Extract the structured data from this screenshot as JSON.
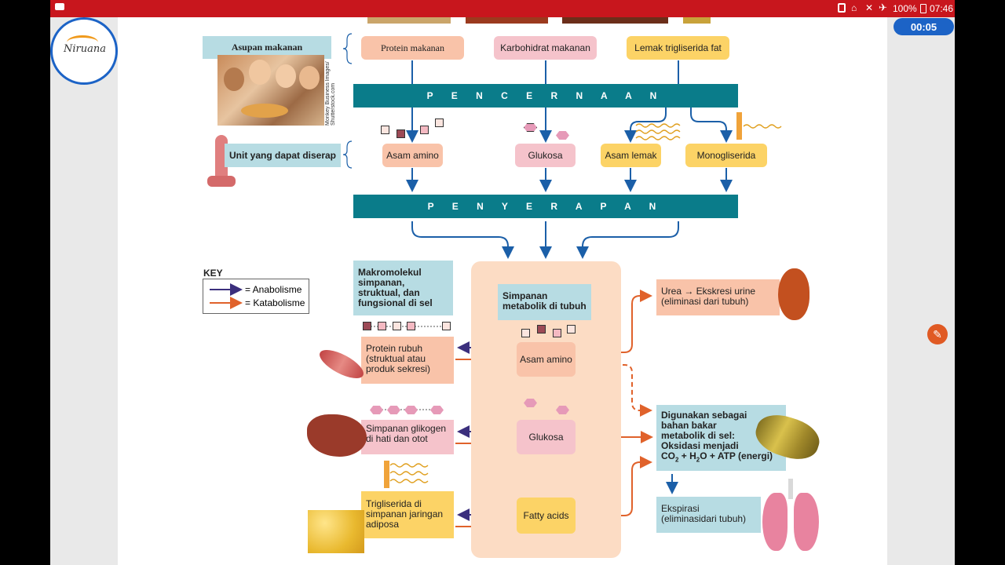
{
  "status_bar": {
    "battery": "100%",
    "time": "07:46"
  },
  "timer": "00:05",
  "logo_text": "Niruana",
  "intake_label": "Asupan makanan",
  "photo_credit": "Monkey Business Images/ Shutterstock.com",
  "absorb_units_label": "Unit yang dapat diserap",
  "foods": {
    "protein": "Protein makanan",
    "carb": "Karbohidrat makanan",
    "fat": "Lemak trigliserida fat"
  },
  "digestion_bar": "P E N C E R N A A N",
  "absorbed": {
    "amino": "Asam amino",
    "glucose": "Glukosa",
    "fatty": "Asam lemak",
    "mono": "Monogliserida"
  },
  "absorption_bar": "P E N Y E R A P A N",
  "key": {
    "title": "KEY",
    "anabolism": "= Anabolisme",
    "catabolism": "= Katabolisme"
  },
  "macro_header": "Makromolekul simpanan, struktual, dan fungsional di sel",
  "store_header": "Simpanan metabolik di tubuh",
  "stores": {
    "amino": "Asam amino",
    "glucose": "Glukosa",
    "fatty": "Fatty acids"
  },
  "macros": {
    "protein": "Protein rubuh (struktual atau produk sekresi)",
    "glycogen": "Simpanan glikogen di hati dan otot",
    "tg": "Trigliserida di simpanan jaringan adiposa"
  },
  "urea": {
    "line1": "Urea → Ekskresi urine",
    "line2": "(eliminasi dari tubuh)"
  },
  "fuel": {
    "line1": "Digunakan sebagai",
    "line2": "bahan bakar",
    "line3": "metabolik di sel:",
    "line4": "Oksidasi menjadi",
    "co2": "CO",
    "sub2": "2",
    "plus1": " + H",
    "sub2b": "2",
    "rest": "O + ATP (energi)"
  },
  "expiration": {
    "line1": "Ekspirasi",
    "line2": "(eliminasidari tubuh)"
  },
  "colors": {
    "teal": "#0a7c8a",
    "anabolism": "#3b2f7d",
    "catabolism": "#e0622b",
    "flow": "#1b5fa8"
  }
}
